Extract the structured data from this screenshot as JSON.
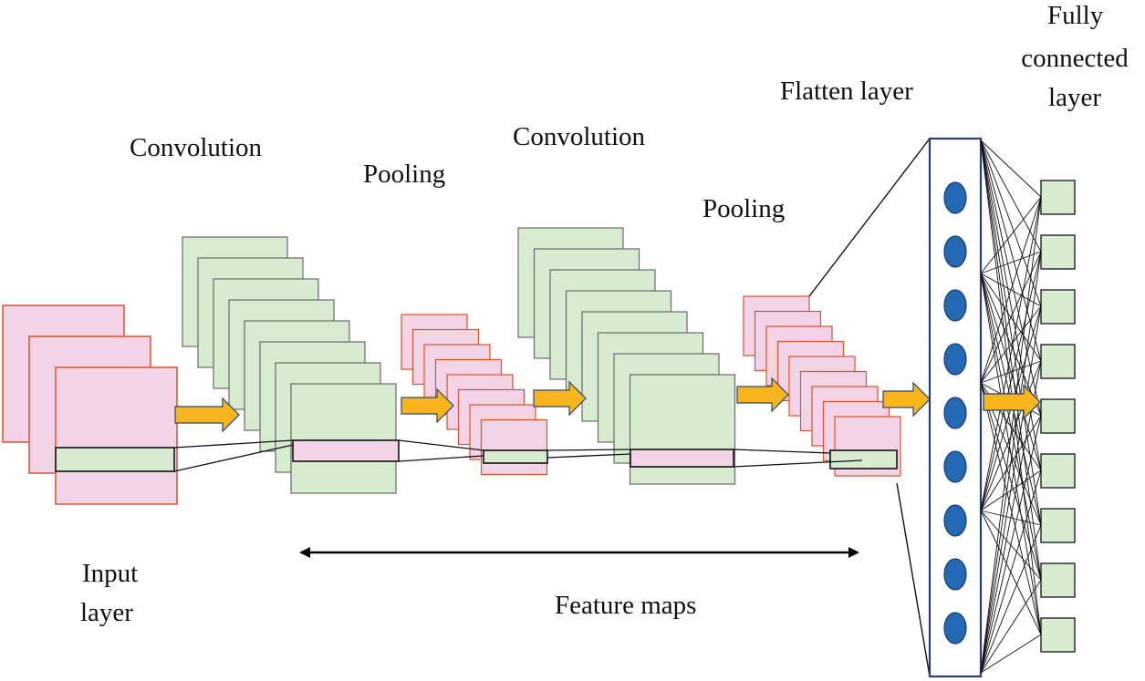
{
  "labels": {
    "input": [
      "Input",
      "layer"
    ],
    "conv1": "Convolution",
    "pool1": "Pooling",
    "conv2": "Convolution",
    "pool2": "Pooling",
    "flatten": "Flatten layer",
    "fc": [
      "Fully",
      "connected",
      "layer"
    ],
    "feature_maps": "Feature maps"
  },
  "layers": {
    "input_maps": 3,
    "conv1_maps": 8,
    "pool1_maps": 8,
    "conv2_maps": 8,
    "pool2_maps": 9,
    "flatten_nodes": 9,
    "fc_nodes": 9
  },
  "colors": {
    "pink_fill": "#f3d3e6",
    "pink_border": "#d9532c",
    "green_fill": "#d6ebcf",
    "green_border": "#6a6a6a",
    "arrow_fill": "#f8b51d",
    "arrow_border": "#2b4a74",
    "node_fill": "#2369b4",
    "node_border": "#1b3d66",
    "flatten_border": "#2a3f70"
  }
}
